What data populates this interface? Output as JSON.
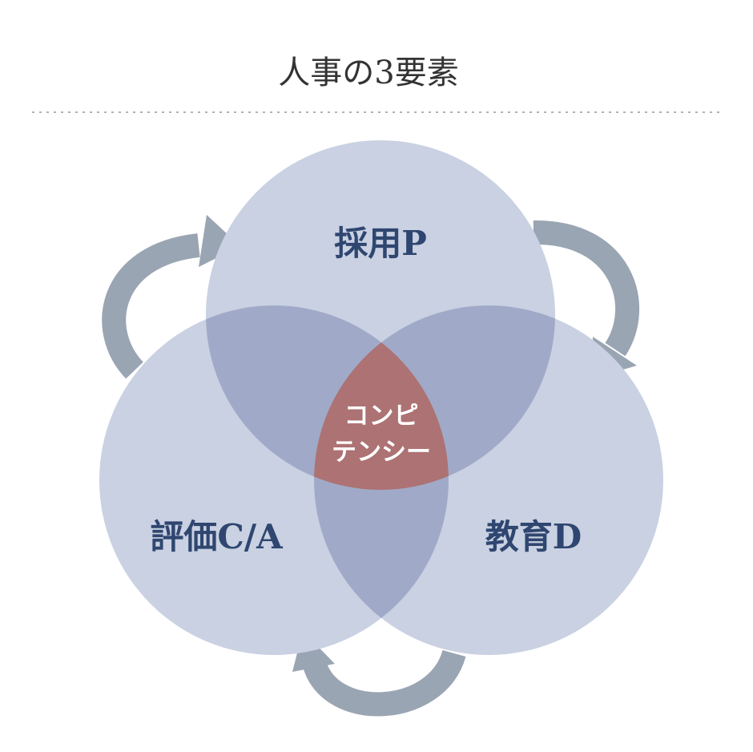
{
  "title": "人事の3要素",
  "circles": {
    "top": {
      "label": "採用P"
    },
    "left": {
      "label": "評価C/A"
    },
    "right": {
      "label": "教育D"
    }
  },
  "center": {
    "line1": "コンピ",
    "line2": "テンシー"
  },
  "colors": {
    "circle_fill": "#c9d1e2",
    "overlap_fill": "#a0aac8",
    "center_fill": "#ad7273",
    "label_text": "#2f4670",
    "arrow": "#9aa5b3",
    "title_text": "#333333",
    "divider": "#999999"
  }
}
